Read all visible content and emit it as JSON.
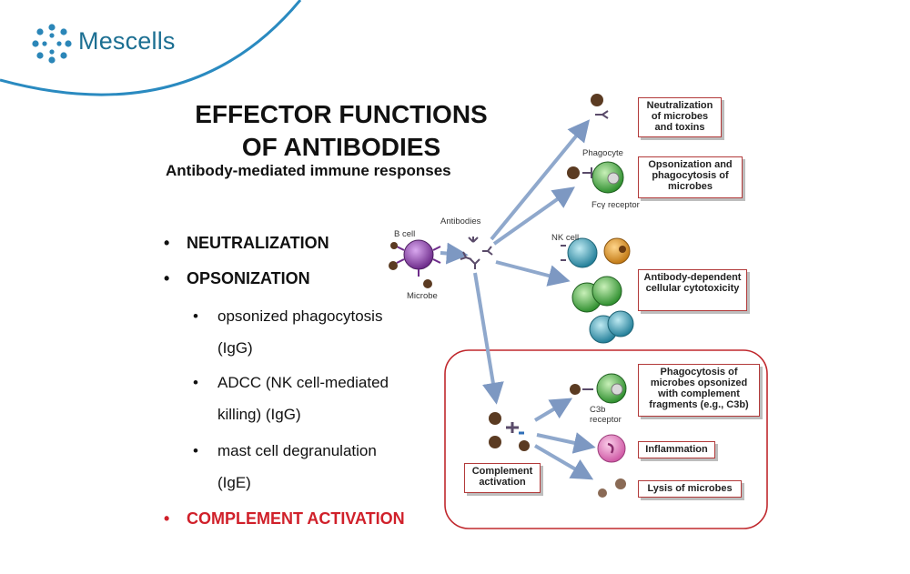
{
  "brand": {
    "name": "Mescells"
  },
  "slide": {
    "title_line1": "EFFECTOR FUNCTIONS",
    "title_line2": "OF ANTIBODIES",
    "subtitle": "Antibody-mediated immune responses"
  },
  "bullets": [
    {
      "text": "NEUTRALIZATION"
    },
    {
      "text": "OPSONIZATION"
    },
    {
      "text": "opsonized phagocytosis"
    },
    {
      "text": "(IgG)"
    },
    {
      "text": "ADCC (NK cell-mediated"
    },
    {
      "text": "killing) (IgG)"
    },
    {
      "text": "mast cell degranulation"
    },
    {
      "text": "(IgE)"
    },
    {
      "text": "COMPLEMENT ACTIVATION"
    }
  ],
  "bullet_marker": "•",
  "diagram": {
    "labels": {
      "b_cell": "B cell",
      "antibodies": "Antibodies",
      "microbe": "Microbe",
      "phagocyte": "Phagocyte",
      "fc_receptor": "Fcγ receptor",
      "nk_cell": "NK cell",
      "c3b_receptor_1": "C3b",
      "c3b_receptor_2": "receptor"
    },
    "boxes": {
      "neutralization": "Neutralization of microbes and toxins",
      "opsonization": "Opsonization and phagocytosis of microbes",
      "adcc": "Antibody-dependent cellular cytotoxicity",
      "phagocytosis_complement": "Phagocytosis of microbes opsonized with complement fragments (e.g., C3b)",
      "inflammation": "Inflammation",
      "lysis": "Lysis of microbes",
      "complement_activation": "Complement activation"
    }
  },
  "colors": {
    "brand_blue": "#1c6f92",
    "arc_blue": "#2a8ac0",
    "highlight_red": "#d0202a",
    "arrow_blue": "#8fa8cc",
    "b_cell_purple": "#8a3fa6",
    "phagocyte_green": "#56b947",
    "nk_teal": "#3aa0b8",
    "microbe_brown": "#5b3b22",
    "target_orange": "#e09b2a",
    "mast_pink": "#e48cc5"
  }
}
